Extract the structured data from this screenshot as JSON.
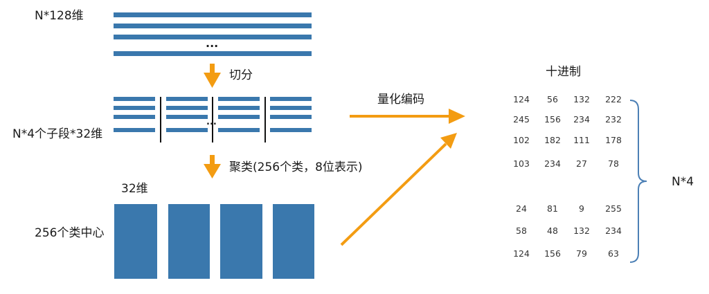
{
  "labels": {
    "original": "N*128维",
    "split": "切分",
    "subsegments": "N*4个子段*32维",
    "cluster": "聚类(256个类，8位表示)",
    "dim32": "32维",
    "centers": "256个类中心",
    "quantize": "量化编码",
    "decimal": "十进制",
    "count": "N*4",
    "ellipsis_top": "...",
    "ellipsis_mid": "..."
  },
  "codes_top": [
    [
      "124",
      "56",
      "132",
      "222"
    ],
    [
      "245",
      "156",
      "234",
      "232"
    ],
    [
      "102",
      "182",
      "111",
      "178"
    ],
    [
      "103",
      "234",
      "27",
      "78"
    ]
  ],
  "codes_bottom": [
    [
      "24",
      "81",
      "9",
      "255"
    ],
    [
      "58",
      "48",
      "132",
      "234"
    ],
    [
      "124",
      "156",
      "79",
      "63"
    ]
  ],
  "colors": {
    "bar_blue": "#3a78ad",
    "arrow_orange": "#f39c12",
    "brace_blue": "#4b7fb5"
  }
}
